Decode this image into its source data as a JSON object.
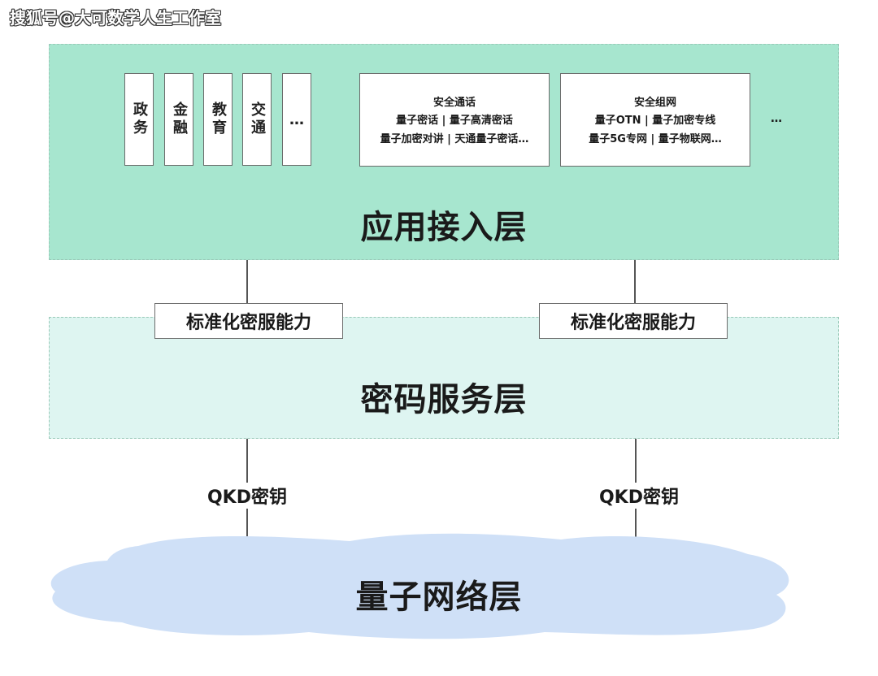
{
  "watermark": "搜狐号@大可数学人生工作室",
  "app_layer": {
    "title": "应用接入层",
    "sectors": [
      "政务",
      "金融",
      "教育",
      "交通",
      "…"
    ],
    "boxes": [
      {
        "title": "安全通话",
        "line1": "量子密话 | 量子高清密话",
        "line2": "量子加密对讲 | 天通量子密话…"
      },
      {
        "title": "安全组网",
        "line1": "量子OTN | 量子加密专线",
        "line2": "量子5G专网 | 量子物联网…"
      }
    ],
    "more": "…"
  },
  "connectors": {
    "capability_label": "标准化密服能力",
    "key_label": "QKD密钥"
  },
  "crypto_layer": {
    "title": "密码服务层"
  },
  "quantum_layer": {
    "title": "量子网络层"
  },
  "colors": {
    "app_layer_bg": "#a7e6cf",
    "crypto_layer_bg": "#def5f1",
    "cloud_fill": "#cfe0f7",
    "border_dashed": "#9ac9b8"
  }
}
